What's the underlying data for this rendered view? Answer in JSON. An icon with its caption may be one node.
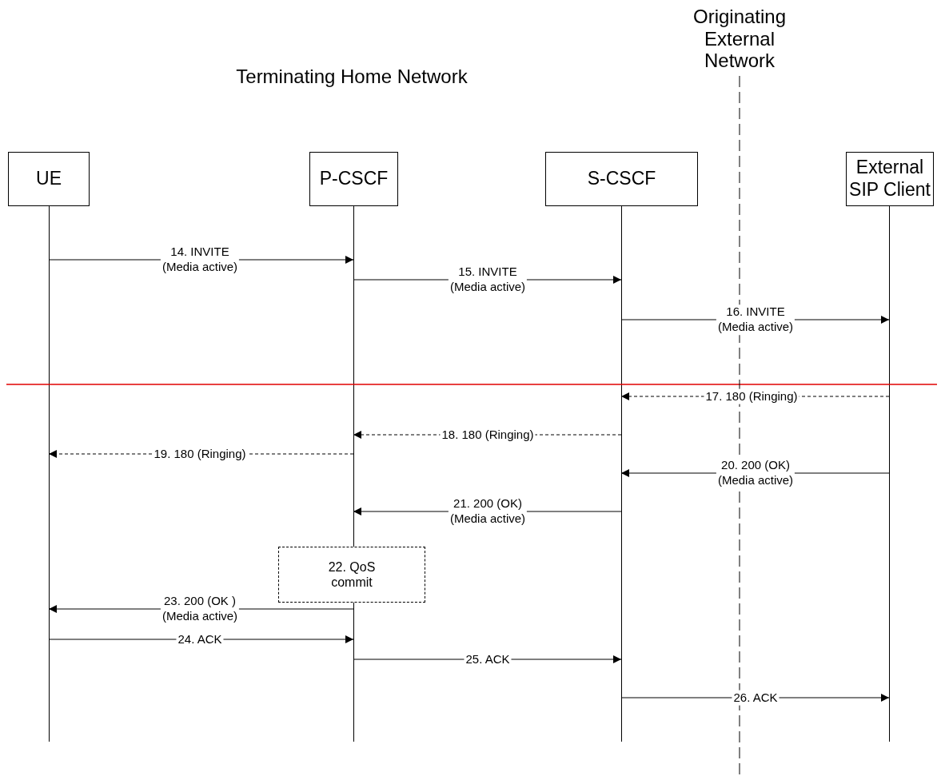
{
  "diagram": {
    "title": "Terminating Home Network",
    "nodes": [
      {
        "text": [
          "UE"
        ]
      },
      {
        "text": [
          "P-CSCF"
        ]
      },
      {
        "text": [
          "S-CSCF"
        ]
      },
      {
        "text": [
          "External SIP Client"
        ]
      },
      {
        "text": [
          "22. QoS commit"
        ]
      }
    ],
    "edges": [
      {
        "from": 0,
        "to": 1,
        "arrow": "to",
        "label": "14. INVITE (Media active)"
      },
      {
        "from": 1,
        "to": 2,
        "arrow": "to",
        "label": "15. INVITE (Media active)"
      },
      {
        "from": 2,
        "to": 3,
        "arrow": "to",
        "label": "16. INVITE (Media active)"
      },
      {
        "from": 3,
        "to": 2,
        "arrow": "to",
        "label": "17. 180 (Ringing)",
        "style": "dashed"
      },
      {
        "from": 2,
        "to": 1,
        "arrow": "to",
        "label": "18. 180 (Ringing)",
        "style": "dashed"
      },
      {
        "from": 1,
        "to": 0,
        "arrow": "to",
        "label": "19. 180 (Ringing)",
        "style": "dashed"
      },
      {
        "from": 3,
        "to": 2,
        "arrow": "to",
        "label": "20. 200 (OK) (Media active)"
      },
      {
        "from": 2,
        "to": 1,
        "arrow": "to",
        "label": "21. 200 (OK) (Media active)"
      },
      {
        "from": 1,
        "to": 0,
        "arrow": "to",
        "label": "23. 200 (OK ) (Media active)"
      },
      {
        "from": 0,
        "to": 1,
        "arrow": "to",
        "label": "24. ACK"
      },
      {
        "from": 1,
        "to": 2,
        "arrow": "to",
        "label": "25. ACK"
      },
      {
        "from": 2,
        "to": 3,
        "arrow": "to",
        "label": "26. ACK"
      }
    ],
    "labels": [
      "Originating External Network"
    ]
  }
}
